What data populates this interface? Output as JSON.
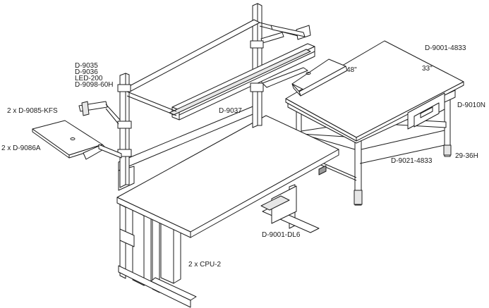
{
  "labels": {
    "d9035": "D-9035",
    "d9036": "D-9036",
    "led200": "LED-200",
    "d9098": "D-9098-60H",
    "kfs": "2 x D-9085-KFS",
    "d9086a": "2 x D-9086A",
    "d9037": "D-9037",
    "d9001_4833": "D-9001-4833",
    "dim_33": "33\"",
    "dim_48": "48\"",
    "d9010n": "D-9010N",
    "d9021": "D-9021-4833",
    "dim_height": "29-36H",
    "d9001_dl6": "D-9001-DL6",
    "cpu2": "2 x CPU-2"
  }
}
